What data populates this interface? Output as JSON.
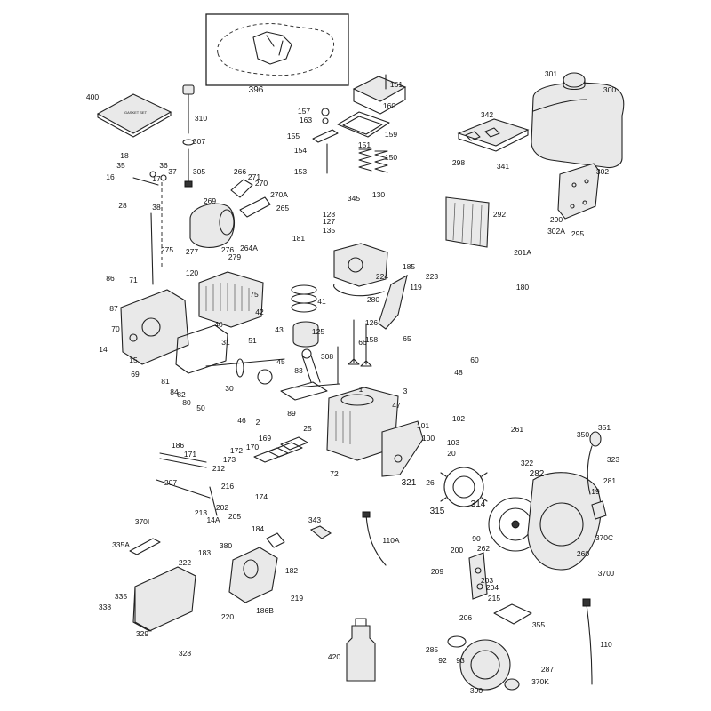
{
  "callouts": [
    "396",
    "301",
    "300",
    "400",
    "310",
    "161",
    "160",
    "157",
    "163",
    "159",
    "155",
    "154",
    "153",
    "151",
    "150",
    "342",
    "298",
    "341",
    "302",
    "307",
    "305",
    "18",
    "35",
    "36",
    "37",
    "17",
    "16",
    "28",
    "38",
    "266",
    "271",
    "270",
    "269",
    "270A",
    "265",
    "130",
    "128",
    "127",
    "135",
    "345",
    "292",
    "290",
    "302A",
    "295",
    "201A",
    "180",
    "181",
    "264A",
    "276",
    "277",
    "275",
    "279",
    "120",
    "224",
    "185",
    "223",
    "119",
    "280",
    "75",
    "86",
    "71",
    "87",
    "70",
    "14",
    "15",
    "69",
    "40",
    "42",
    "41",
    "43",
    "125",
    "126",
    "158",
    "308",
    "65",
    "66",
    "60",
    "48",
    "51",
    "31",
    "45",
    "83",
    "81",
    "84",
    "82",
    "80",
    "50",
    "30",
    "89",
    "1",
    "3",
    "47",
    "46",
    "2",
    "25",
    "101",
    "102",
    "100",
    "103",
    "20",
    "26",
    "321",
    "261",
    "350",
    "351",
    "323",
    "322",
    "282",
    "281",
    "19",
    "186",
    "171",
    "170",
    "169",
    "172",
    "173",
    "212",
    "216",
    "207",
    "174",
    "72",
    "315",
    "314",
    "213",
    "14A",
    "202",
    "205",
    "370I",
    "343",
    "110A",
    "335A",
    "184",
    "380",
    "183",
    "222",
    "182",
    "219",
    "186B",
    "90",
    "200",
    "262",
    "260",
    "370C",
    "370J",
    "209",
    "203",
    "204",
    "215",
    "206",
    "335",
    "338",
    "220",
    "329",
    "328",
    "355",
    "110",
    "420",
    "285",
    "92",
    "93",
    "390",
    "287",
    "370K"
  ]
}
